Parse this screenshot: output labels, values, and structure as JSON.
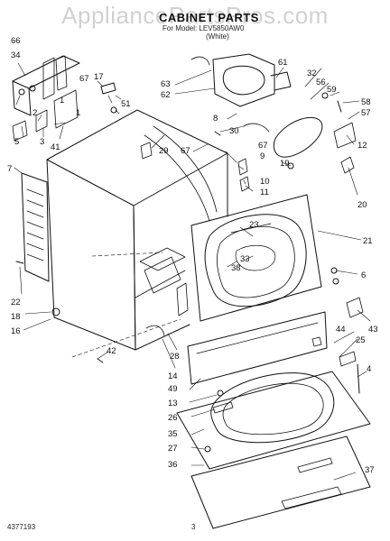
{
  "watermark": "AppliancePartsPros.com",
  "header": {
    "title": "CABINET PARTS",
    "model_line": "For Model: LEV5850AW0",
    "color_line": "(White)"
  },
  "footer": {
    "doc_number": "4377193",
    "page_number": "3"
  },
  "part_callouts": [
    "66",
    "34",
    "17",
    "67",
    "51",
    "63",
    "62",
    "61",
    "32",
    "56",
    "59",
    "58",
    "57",
    "12",
    "2",
    "1",
    "1",
    "3",
    "41",
    "5",
    "29",
    "67",
    "8",
    "30",
    "67",
    "9",
    "19",
    "10",
    "11",
    "20",
    "7",
    "21",
    "23",
    "33",
    "38",
    "6",
    "22",
    "18",
    "16",
    "43",
    "44",
    "25",
    "4",
    "42",
    "28",
    "14",
    "49",
    "13",
    "26",
    "35",
    "27",
    "36",
    "37"
  ]
}
